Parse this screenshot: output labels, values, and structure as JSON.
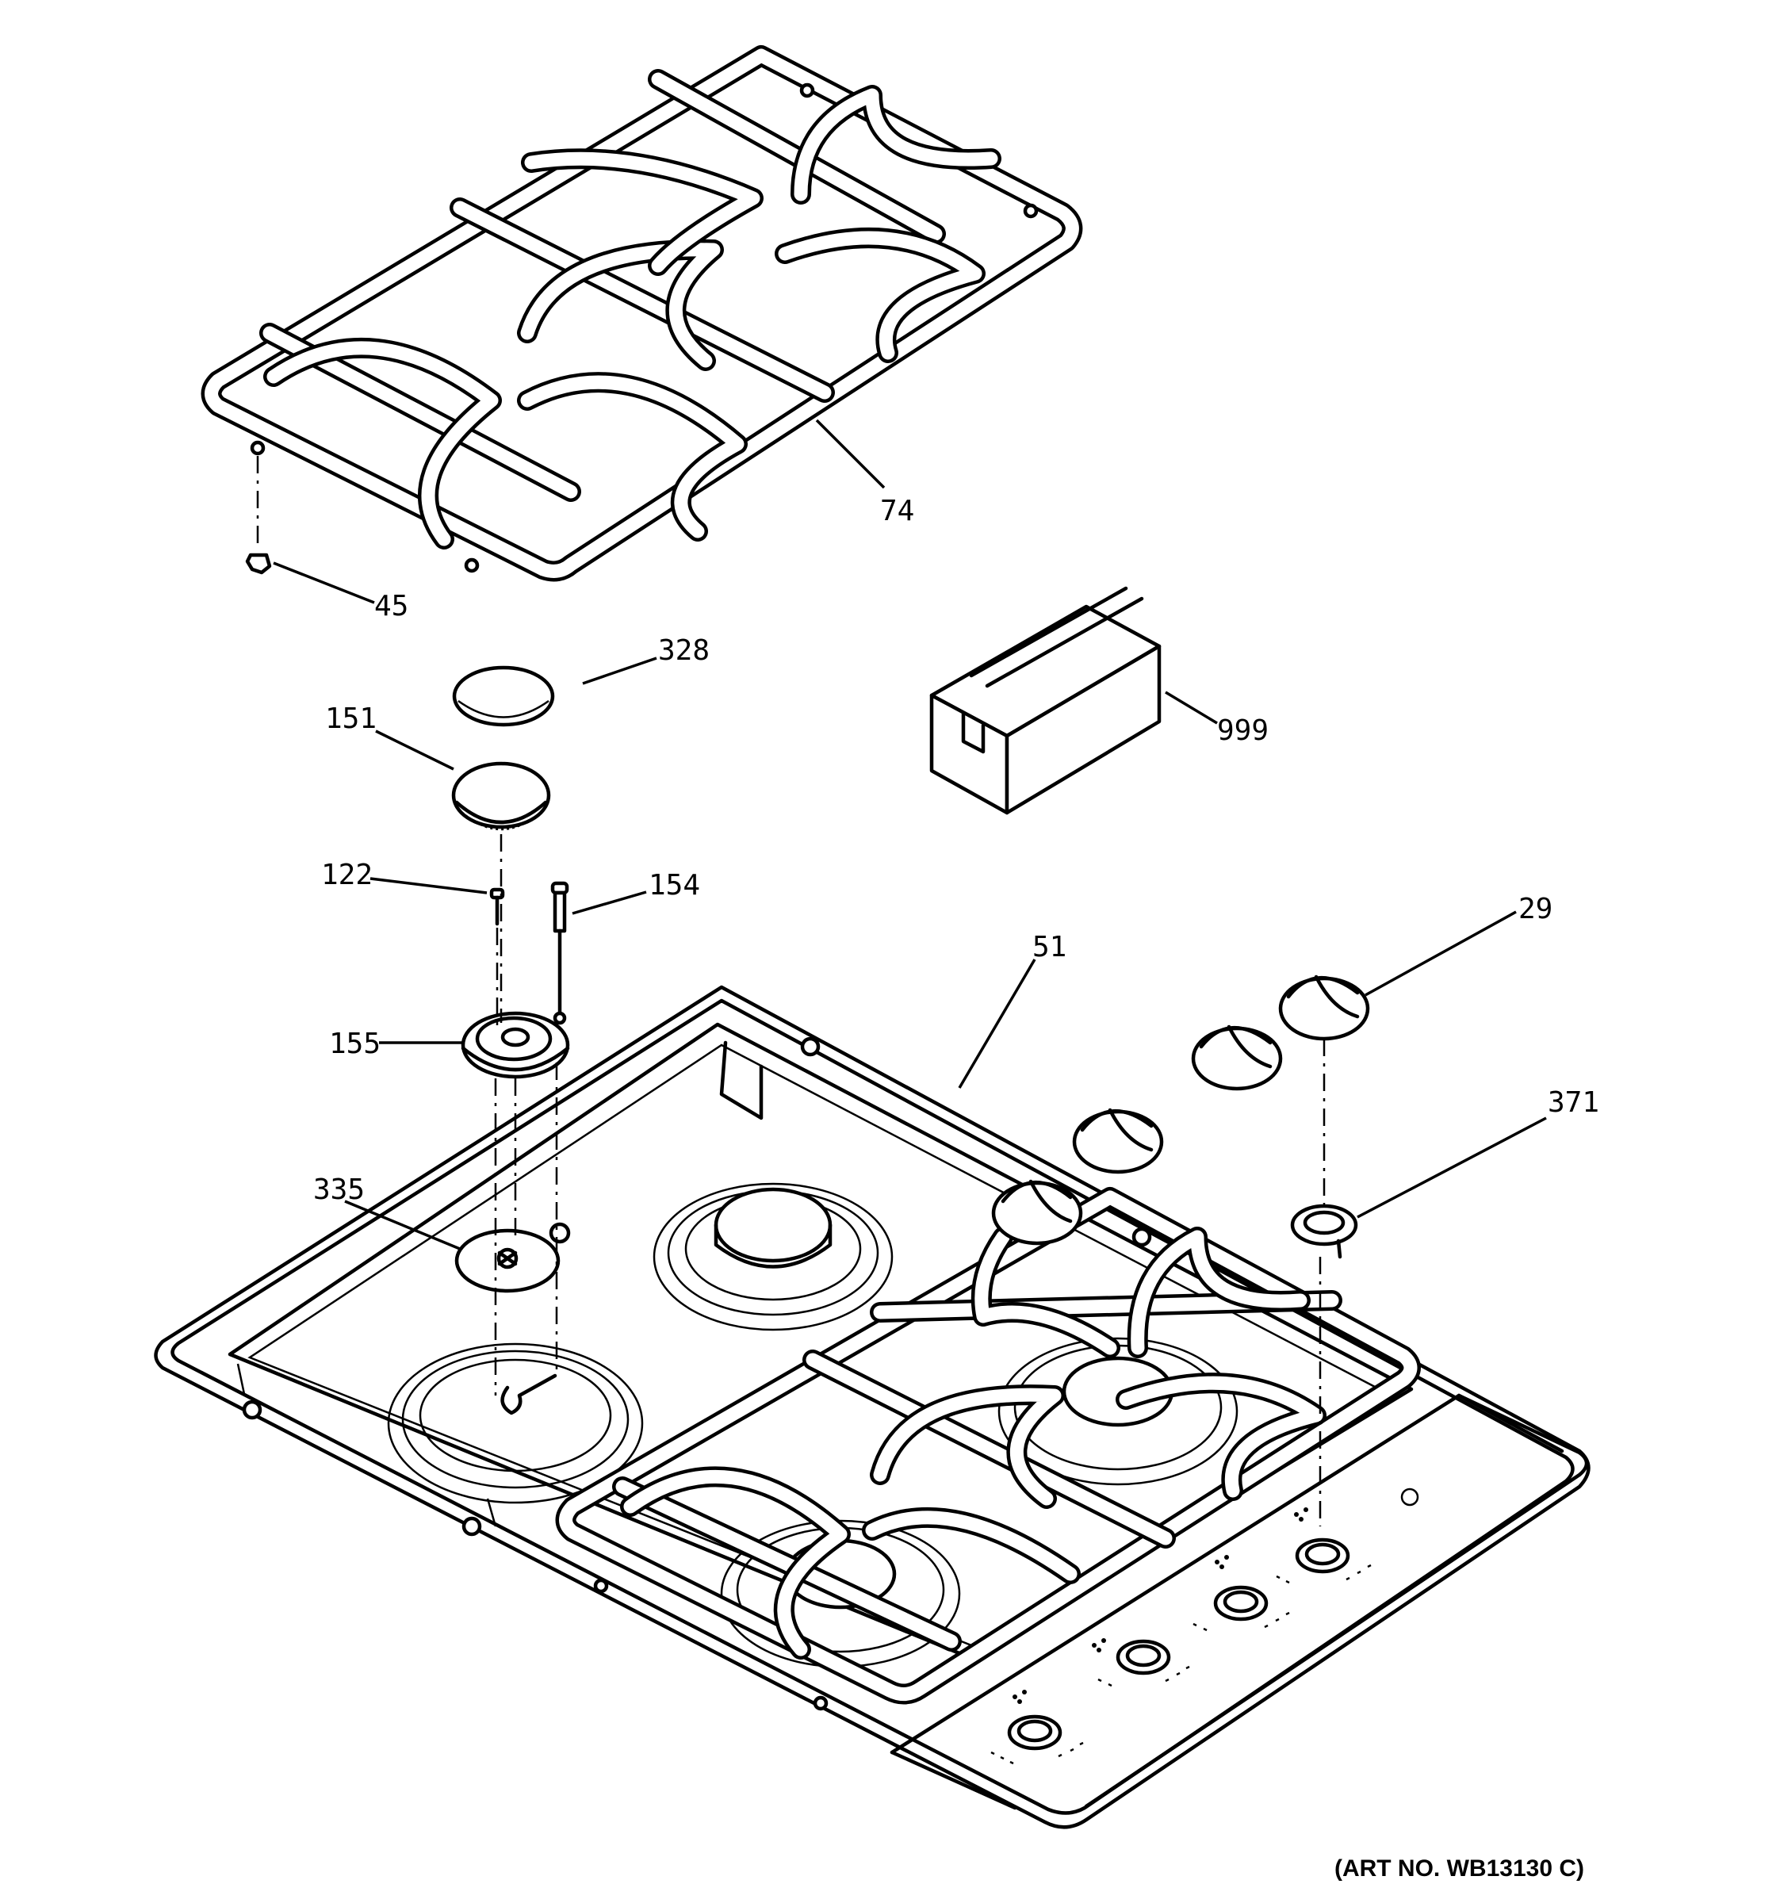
{
  "diagram": {
    "callouts": {
      "p74": "74",
      "p45": "45",
      "p328": "328",
      "p151": "151",
      "p999": "999",
      "p122": "122",
      "p154": "154",
      "p29": "29",
      "p51": "51",
      "p155": "155",
      "p371": "371",
      "p335": "335"
    },
    "art_number": "(ART NO. WB13130 C)"
  }
}
